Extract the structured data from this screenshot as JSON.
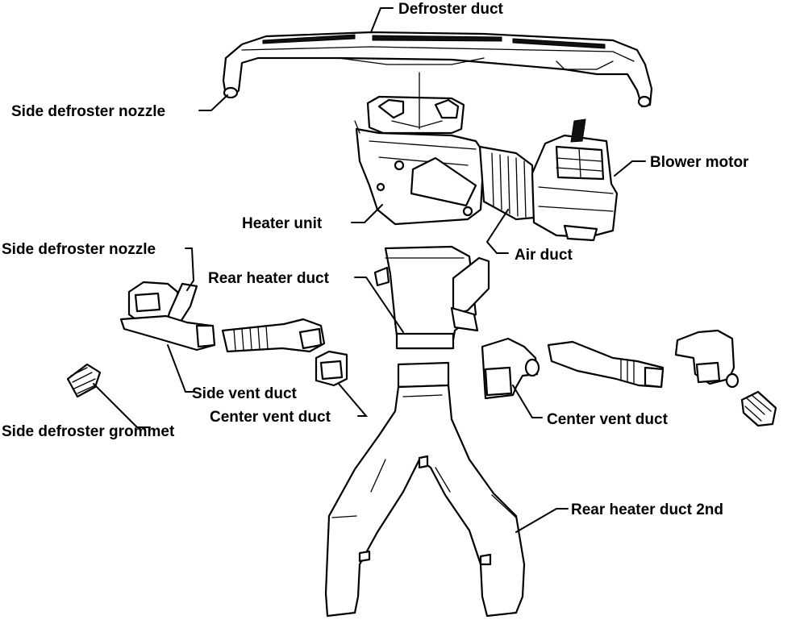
{
  "labels": {
    "defroster_duct": "Defroster duct",
    "side_defroster_nozzle_top": "Side defroster nozzle",
    "blower_motor": "Blower motor",
    "heater_unit": "Heater unit",
    "side_defroster_nozzle_left": "Side defroster nozzle",
    "air_duct": "Air duct",
    "rear_heater_duct": "Rear heater duct",
    "side_vent_duct": "Side vent duct",
    "center_vent_duct_left": "Center vent duct",
    "center_vent_duct_right": "Center vent duct",
    "side_defroster_grommet": "Side defroster grommet",
    "rear_heater_duct_2nd": "Rear heater duct 2nd"
  },
  "colors": {
    "line": "#000000",
    "background": "#ffffff"
  }
}
